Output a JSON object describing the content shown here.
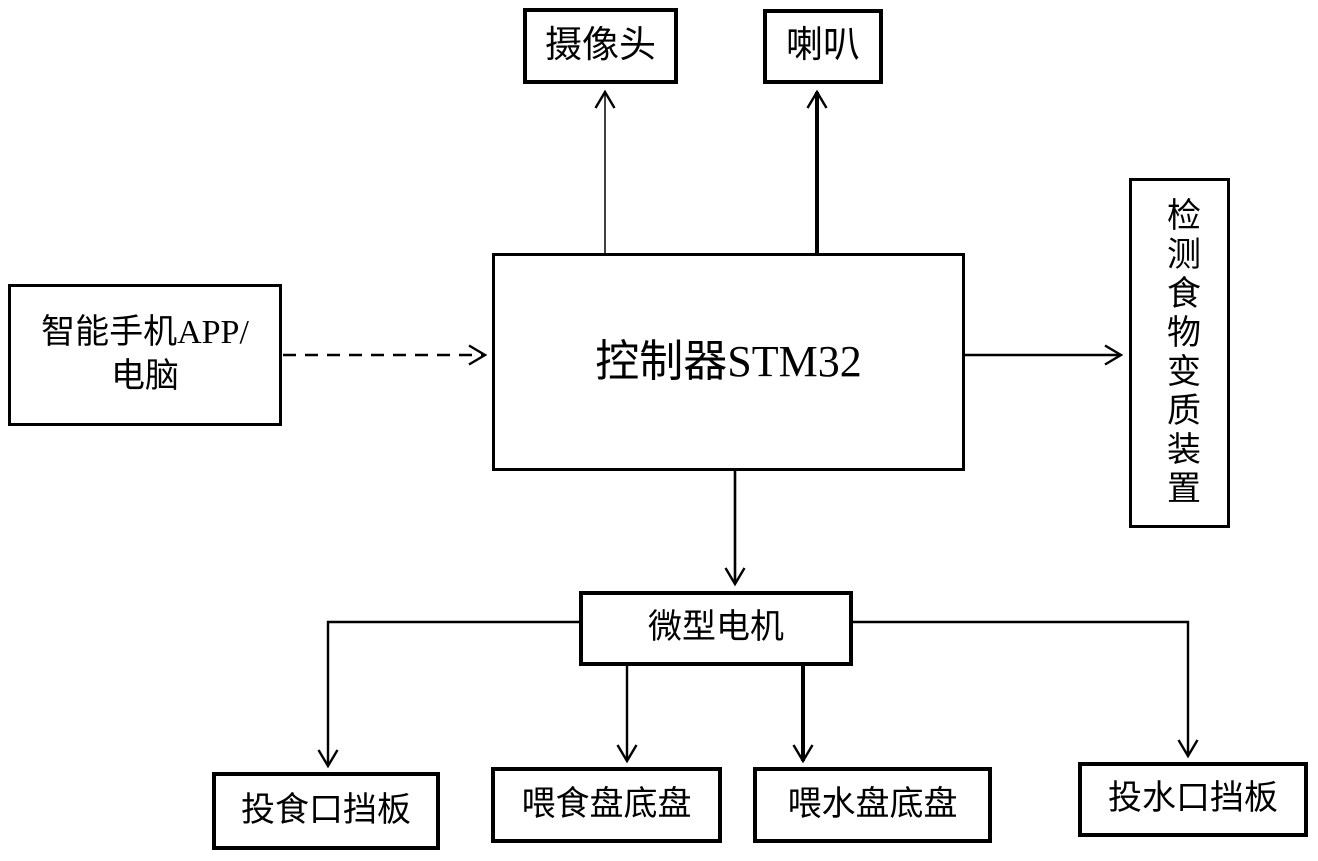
{
  "diagram": {
    "colors": {
      "line": "#000000",
      "box_border": "#000000",
      "text": "#000000",
      "background": "#ffffff"
    },
    "nodes": {
      "phone": {
        "lines": [
          "智能手机APP/",
          "电脑"
        ]
      },
      "camera": {
        "label": "摄像头"
      },
      "speaker": {
        "label": "喇叭"
      },
      "controller": {
        "label": "控制器STM32"
      },
      "detector": {
        "label": "检测食物变质装置"
      },
      "motor": {
        "label": "微型电机"
      },
      "feed_gate": {
        "label": "投食口挡板"
      },
      "feed_tray": {
        "label": "喂食盘底盘"
      },
      "water_tray": {
        "label": "喂水盘底盘"
      },
      "water_gate": {
        "label": "投水口挡板"
      }
    },
    "edges": [
      {
        "from": "phone",
        "to": "controller",
        "style": "dashed",
        "direction": "right"
      },
      {
        "from": "controller",
        "to": "camera",
        "style": "solid",
        "direction": "up"
      },
      {
        "from": "controller",
        "to": "speaker",
        "style": "solid",
        "direction": "up"
      },
      {
        "from": "controller",
        "to": "detector",
        "style": "solid",
        "direction": "right"
      },
      {
        "from": "controller",
        "to": "motor",
        "style": "solid",
        "direction": "down"
      },
      {
        "from": "motor",
        "to": "feed_gate",
        "style": "solid",
        "direction": "elbow-left-down"
      },
      {
        "from": "motor",
        "to": "feed_tray",
        "style": "solid",
        "direction": "down"
      },
      {
        "from": "motor",
        "to": "water_tray",
        "style": "solid",
        "direction": "down"
      },
      {
        "from": "motor",
        "to": "water_gate",
        "style": "solid",
        "direction": "elbow-right-down"
      }
    ]
  }
}
